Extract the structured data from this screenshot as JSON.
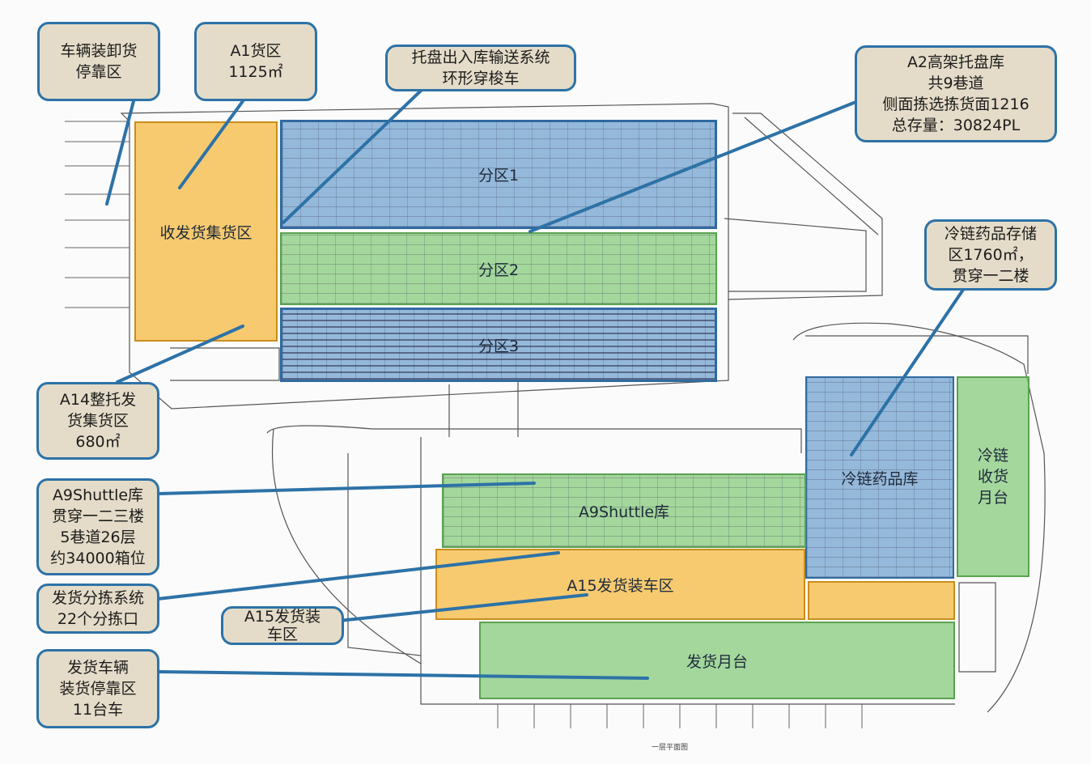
{
  "colors": {
    "blue": "#2f6a9f",
    "green": "#5aa24f",
    "orange": "#c98d1c",
    "callout_bg": "#e4dcc8",
    "callout_border": "#2d72a7"
  },
  "zones": {
    "shipping_receiving": "收发货集货区",
    "partition1": "分区1",
    "partition2": "分区2",
    "partition3": "分区3",
    "cold_chain_warehouse": "冷链药品库",
    "cold_chain_receiving": "冷链\n收货\n月台",
    "a9_shuttle": "A9Shuttle库",
    "a15_loading": "A15发货装车区",
    "shipping_dock": "发货月台"
  },
  "callouts": {
    "vehicle_parking": "车辆装卸货\n停靠区",
    "a1_zone": "A1货区\n1125㎡",
    "pallet_conveyor": "托盘出入库输送系统\n环形穿梭车",
    "a2_highbay": "A2高架托盘库\n共9巷道\n侧面拣选拣货面1216\n总存量：30824PL",
    "cold_chain_storage": "冷链药品存储\n区1760㎡，\n贯穿一二楼",
    "a14_pallet": "A14整托发\n货集货区\n680㎡",
    "a9_callout": "A9Shuttle库\n贯穿一二三楼\n5巷道26层\n约34000箱位",
    "sorting_system": "发货分拣系统\n22个分拣口",
    "a15_callout": "A15发货装\n车区",
    "shipping_vehicles": "发货车辆\n装货停靠区\n11台车"
  },
  "drawing_label": "一层平面图"
}
